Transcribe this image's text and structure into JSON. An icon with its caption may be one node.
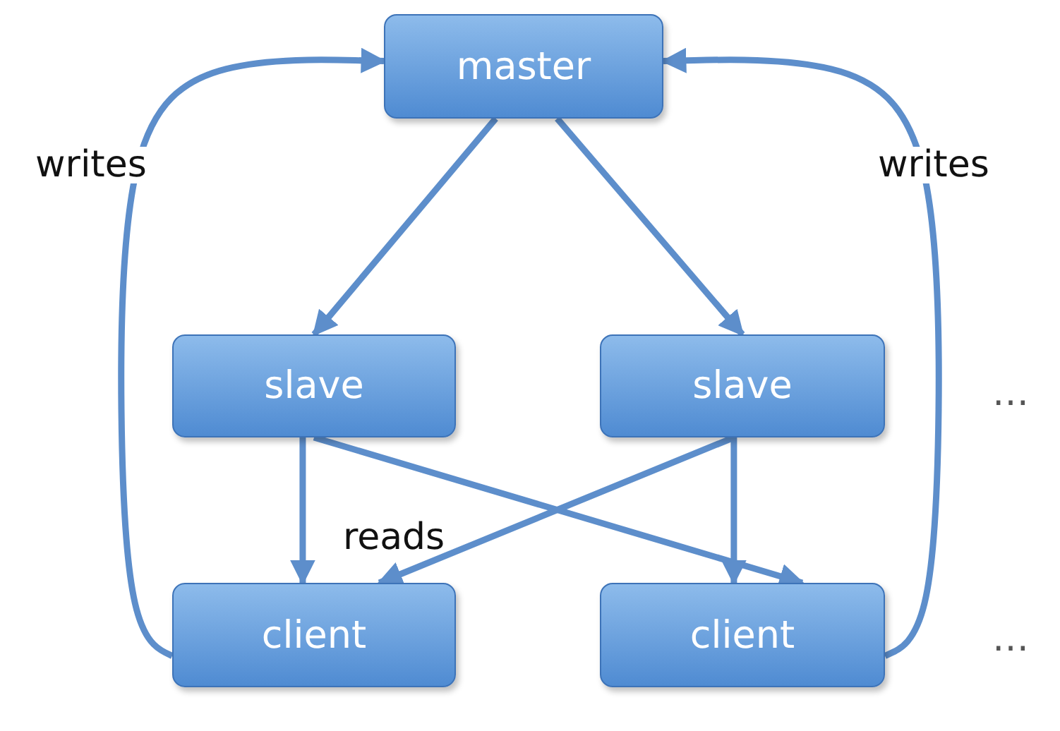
{
  "diagram": {
    "nodes": [
      {
        "text": [
          "master"
        ]
      },
      {
        "text": [
          "slave"
        ]
      },
      {
        "text": [
          "slave"
        ]
      },
      {
        "text": [
          "client"
        ]
      },
      {
        "text": [
          "client"
        ]
      }
    ],
    "edges": [
      {
        "from": 0,
        "to": 1,
        "arrow": "to"
      },
      {
        "from": 0,
        "to": 2,
        "arrow": "to"
      },
      {
        "from": 1,
        "to": 3,
        "arrow": "to"
      },
      {
        "from": 1,
        "to": 4,
        "arrow": "to"
      },
      {
        "from": 2,
        "to": 3,
        "arrow": "to"
      },
      {
        "from": 2,
        "to": 4,
        "arrow": "to"
      },
      {
        "from": 3,
        "to": 0,
        "arrow": "to",
        "label": "writes"
      },
      {
        "from": 4,
        "to": 0,
        "arrow": "to",
        "label": "writes"
      }
    ],
    "labels": [
      "…",
      "reads",
      "…"
    ]
  }
}
